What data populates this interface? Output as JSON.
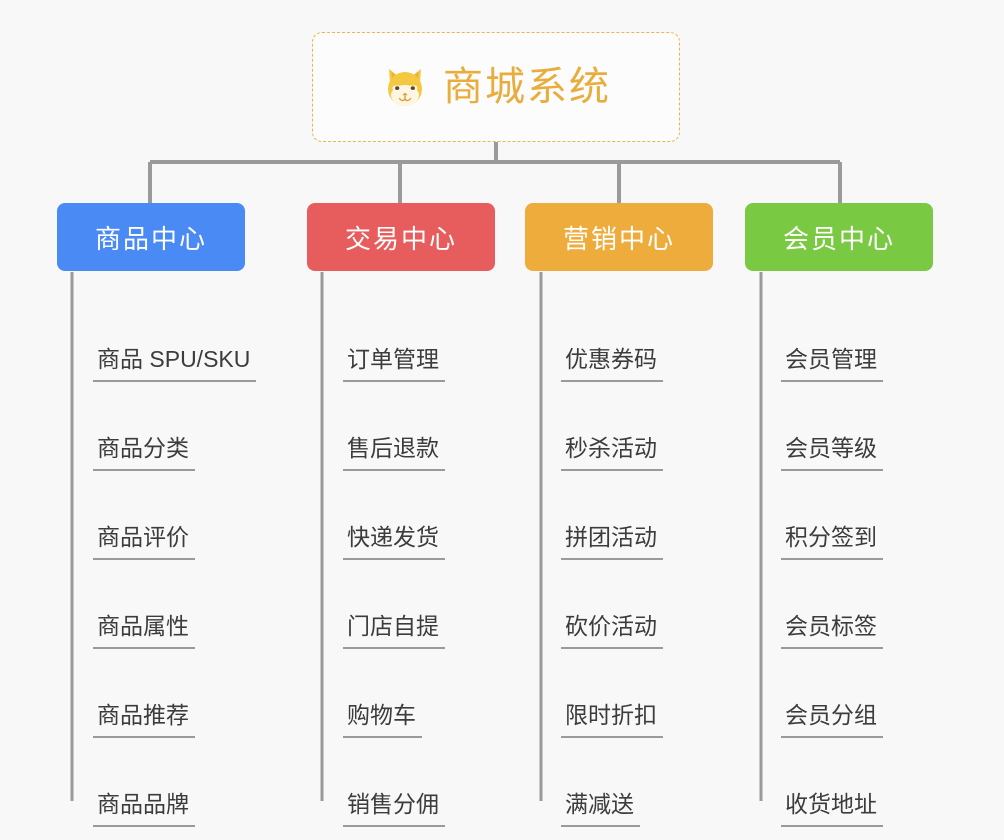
{
  "root": {
    "title": "商城系统",
    "icon": "shiba-dog-icon",
    "text_color": "#e8ad3c",
    "border_color": "#e9b64a",
    "background": "#fcfcfc"
  },
  "canvas": {
    "background": "#f8f8f8",
    "connector_color": "#9a9a9a",
    "leaf_text_color": "#3c3c3c",
    "leaf_underline_color": "#9a9a9a"
  },
  "branches": [
    {
      "label": "商品中心",
      "color": "#4a8af4",
      "items": [
        "商品 SPU/SKU",
        "商品分类",
        "商品评价",
        "商品属性",
        "商品推荐",
        "商品品牌"
      ]
    },
    {
      "label": "交易中心",
      "color": "#e75c5c",
      "items": [
        "订单管理",
        "售后退款",
        "快递发货",
        "门店自提",
        "购物车",
        "销售分佣"
      ]
    },
    {
      "label": "营销中心",
      "color": "#eeac3c",
      "items": [
        "优惠券码",
        "秒杀活动",
        "拼团活动",
        "砍价活动",
        "限时折扣",
        "满减送"
      ]
    },
    {
      "label": "会员中心",
      "color": "#7ac943",
      "items": [
        "会员管理",
        "会员等级",
        "积分签到",
        "会员标签",
        "会员分组",
        "收货地址"
      ]
    }
  ]
}
